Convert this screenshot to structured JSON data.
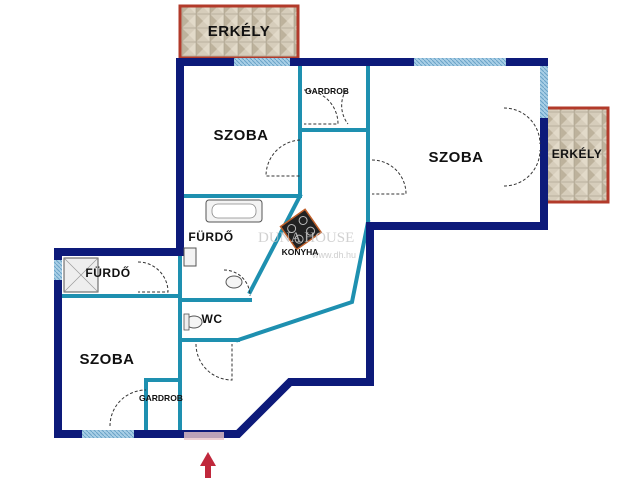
{
  "plan": {
    "rooms": {
      "balcony_top": "ERKÉLY",
      "balcony_right": "ERKÉLY",
      "room_top_left": "SZOBA",
      "room_top_right": "SZOBA",
      "room_bottom_left": "SZOBA",
      "wardrobe_top": "GARDROB",
      "wardrobe_bottom": "GARDROB",
      "bathroom_main": "FÜRDŐ",
      "bathroom_small": "FÜRDŐ",
      "kitchen": "KONYHA",
      "toilet": "WC"
    },
    "watermark": {
      "brand": "DUNA HOUSE",
      "url": "www.dh.hu"
    },
    "colors": {
      "outer_wall": "#0d1a7a",
      "inner_wall": "#1e90b0",
      "balcony_fill": "#cfc6b4",
      "balcony_border": "#b23a2a",
      "window": "#8fbedc",
      "door_arc": "#333333",
      "entrance_arrow": "#c0283c"
    },
    "icons": [
      "bathtub-icon",
      "shower-icon",
      "washbasin-icon",
      "toilet-icon",
      "cooktop-icon",
      "entrance-arrow-icon"
    ]
  }
}
